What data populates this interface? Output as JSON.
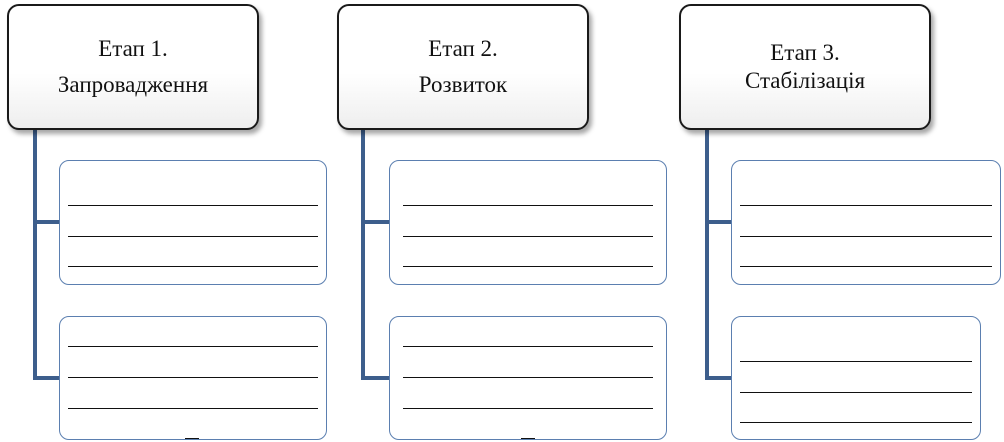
{
  "stages": [
    {
      "title": "Етап 1.",
      "subtitle": "Запровадження"
    },
    {
      "title": "Етап 2.",
      "subtitle": "Розвиток"
    },
    {
      "title": "Етап 3.",
      "subtitle": "Стабілізація"
    }
  ],
  "colors": {
    "connector": "#3d5e8c",
    "sub_box_border": "#5b7fb0",
    "header_border": "#1a1a1a"
  }
}
